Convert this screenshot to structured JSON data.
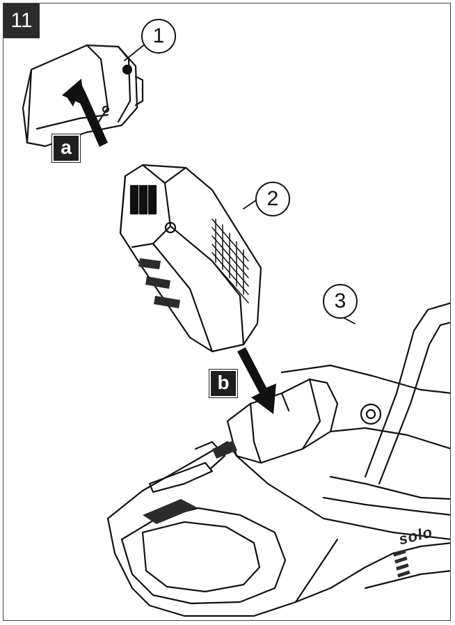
{
  "figure": {
    "number": "11"
  },
  "steps": {
    "a": "a",
    "b": "b"
  },
  "callouts": {
    "one": "1",
    "two": "2",
    "three": "3"
  },
  "brand": {
    "logo_text": "solo"
  },
  "colors": {
    "line": "#111111",
    "fill_dark": "#2b2b2b",
    "background": "#ffffff"
  }
}
